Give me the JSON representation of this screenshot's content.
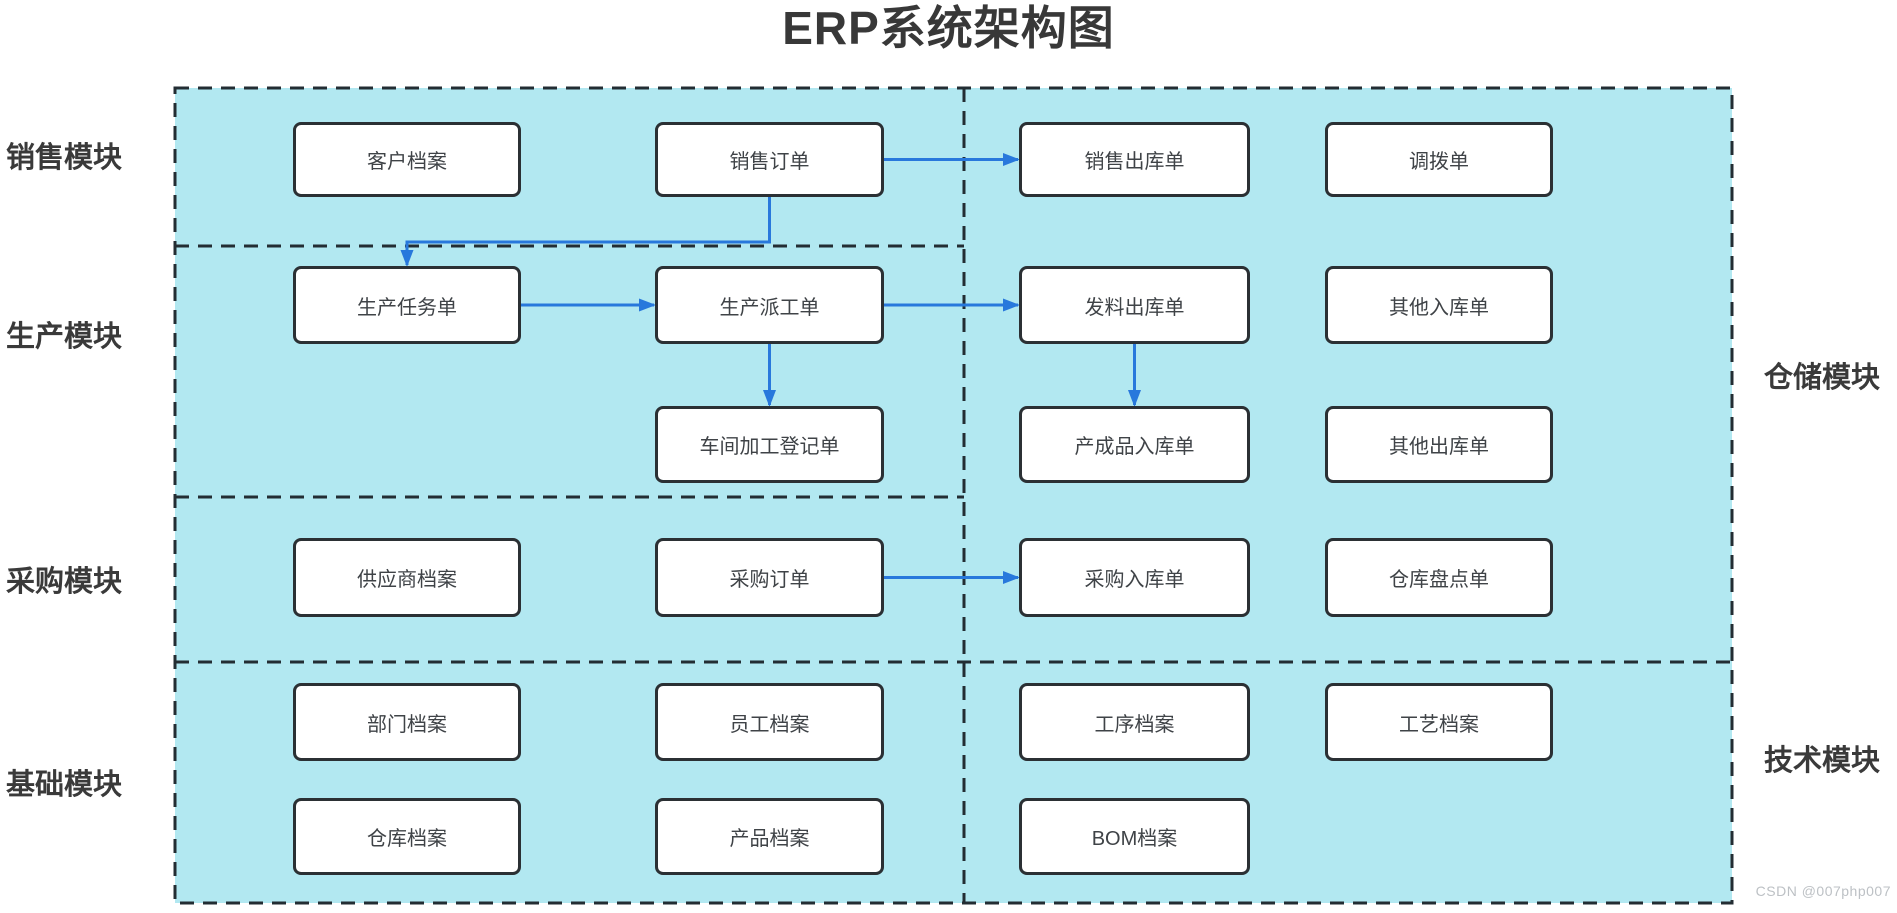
{
  "title": "ERP系统架构图",
  "watermark": "CSDN @007php007",
  "colors": {
    "region_bg": "#b2e8f1",
    "dashed_line": "#232d33",
    "arrow": "#2878dc",
    "box_border": "#2b3034",
    "box_fill": "#ffffff",
    "box_text": "#3f4347",
    "label_text": "#3a3a3a",
    "title_text": "#383838",
    "watermark_text": "#bdc1c5"
  },
  "modules": [
    {
      "id": "sales",
      "label": "销售模块",
      "side": "left"
    },
    {
      "id": "production",
      "label": "生产模块",
      "side": "left"
    },
    {
      "id": "purchase",
      "label": "采购模块",
      "side": "left"
    },
    {
      "id": "basic",
      "label": "基础模块",
      "side": "left"
    },
    {
      "id": "warehouse",
      "label": "仓储模块",
      "side": "right"
    },
    {
      "id": "technology",
      "label": "技术模块",
      "side": "right"
    }
  ],
  "nodes": [
    {
      "id": "customer-file",
      "label": "客户档案",
      "module": "sales"
    },
    {
      "id": "sales-order",
      "label": "销售订单",
      "module": "sales"
    },
    {
      "id": "sales-outbound",
      "label": "销售出库单",
      "module": "warehouse"
    },
    {
      "id": "transfer-order",
      "label": "调拨单",
      "module": "warehouse"
    },
    {
      "id": "production-task",
      "label": "生产任务单",
      "module": "production"
    },
    {
      "id": "production-dispatch",
      "label": "生产派工单",
      "module": "production"
    },
    {
      "id": "material-issue-outbound",
      "label": "发料出库单",
      "module": "warehouse"
    },
    {
      "id": "other-inbound",
      "label": "其他入库单",
      "module": "warehouse"
    },
    {
      "id": "workshop-process-register",
      "label": "车间加工登记单",
      "module": "production"
    },
    {
      "id": "finished-goods-inbound",
      "label": "产成品入库单",
      "module": "warehouse"
    },
    {
      "id": "other-outbound",
      "label": "其他出库单",
      "module": "warehouse"
    },
    {
      "id": "supplier-file",
      "label": "供应商档案",
      "module": "purchase"
    },
    {
      "id": "purchase-order",
      "label": "采购订单",
      "module": "purchase"
    },
    {
      "id": "purchase-inbound",
      "label": "采购入库单",
      "module": "warehouse"
    },
    {
      "id": "warehouse-stocktake",
      "label": "仓库盘点单",
      "module": "warehouse"
    },
    {
      "id": "department-file",
      "label": "部门档案",
      "module": "basic"
    },
    {
      "id": "employee-file",
      "label": "员工档案",
      "module": "basic"
    },
    {
      "id": "process-step-file",
      "label": "工序档案",
      "module": "technology"
    },
    {
      "id": "craft-file",
      "label": "工艺档案",
      "module": "technology"
    },
    {
      "id": "warehouse-file",
      "label": "仓库档案",
      "module": "basic"
    },
    {
      "id": "product-file",
      "label": "产品档案",
      "module": "basic"
    },
    {
      "id": "bom-file",
      "label": "BOM档案",
      "module": "technology"
    }
  ],
  "edges": [
    {
      "from": "sales-order",
      "to": "sales-outbound"
    },
    {
      "from": "sales-order",
      "to": "production-task"
    },
    {
      "from": "production-task",
      "to": "production-dispatch"
    },
    {
      "from": "production-dispatch",
      "to": "material-issue-outbound"
    },
    {
      "from": "production-dispatch",
      "to": "workshop-process-register"
    },
    {
      "from": "material-issue-outbound",
      "to": "finished-goods-inbound"
    },
    {
      "from": "purchase-order",
      "to": "purchase-inbound"
    }
  ]
}
